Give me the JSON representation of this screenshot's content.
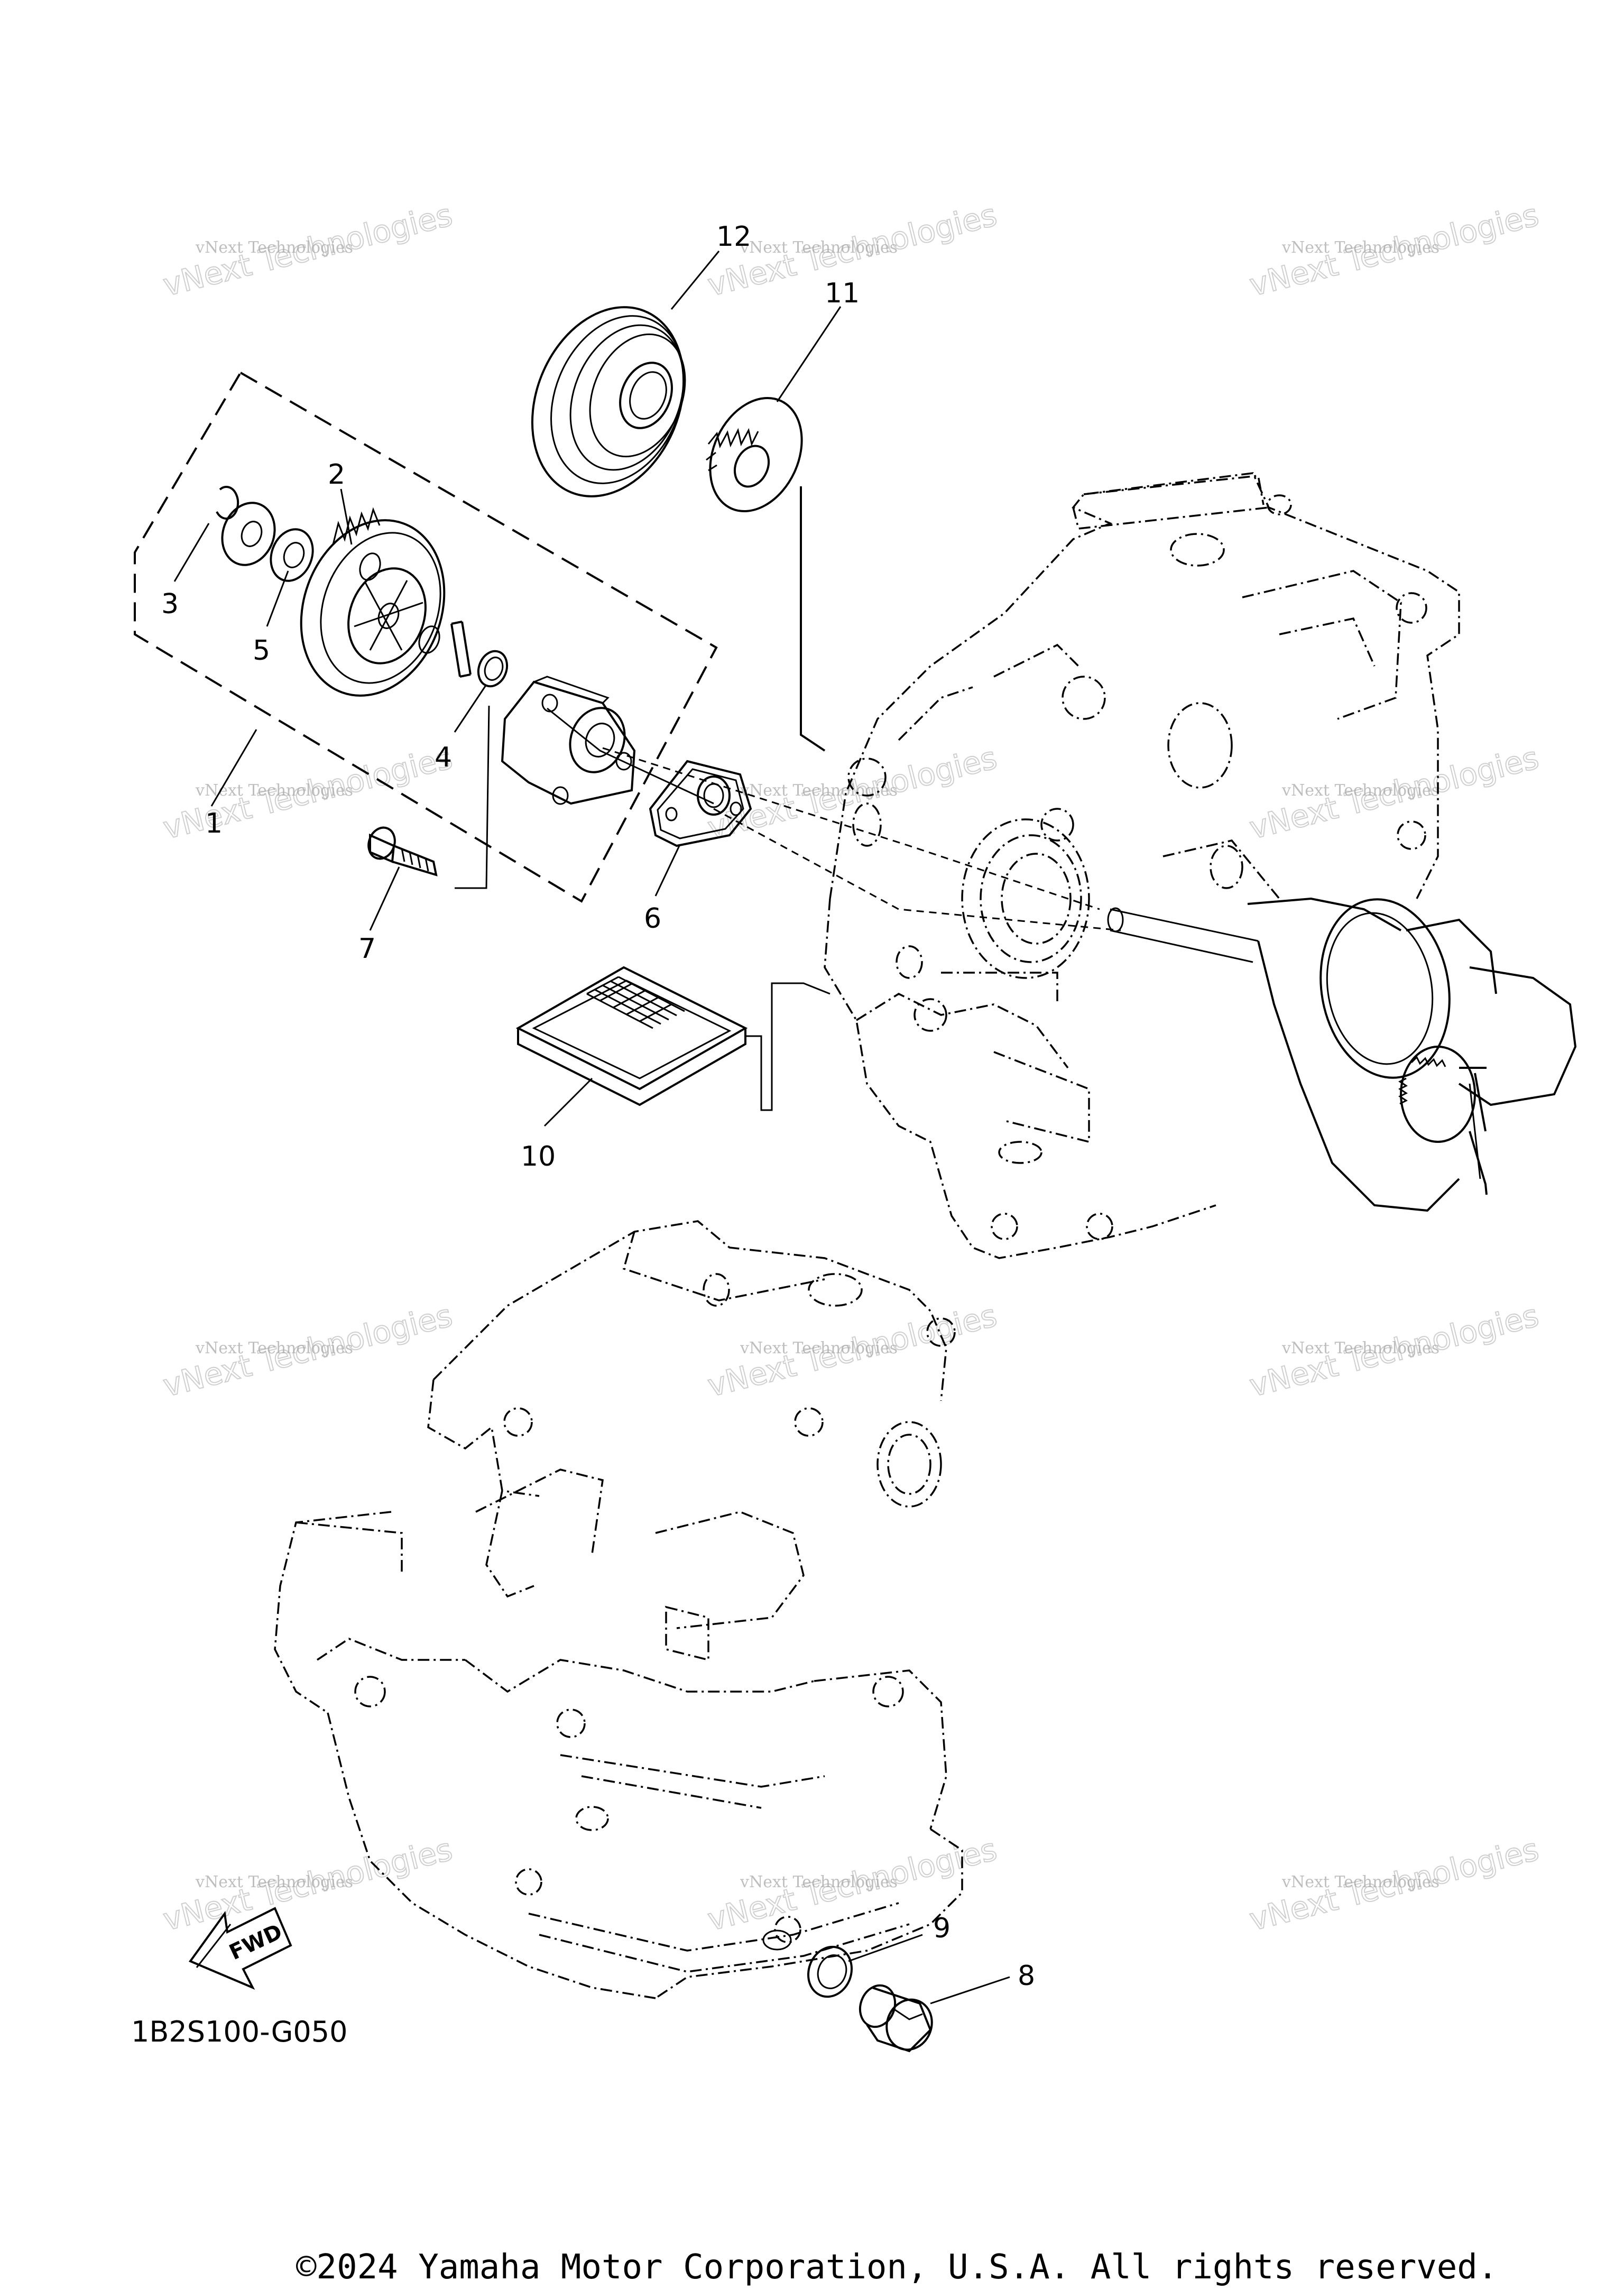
{
  "diagram": {
    "reference_code": "1B2S100-G050",
    "copyright": "©2024 Yamaha Motor Corporation, U.S.A. All rights reserved.",
    "direction_arrow": "FWD",
    "callouts": [
      "1",
      "2",
      "3",
      "4",
      "5",
      "6",
      "7",
      "8",
      "9",
      "10",
      "11",
      "12"
    ],
    "watermark": {
      "small": "vNext Technologies",
      "big": "vNext Technologies"
    }
  }
}
